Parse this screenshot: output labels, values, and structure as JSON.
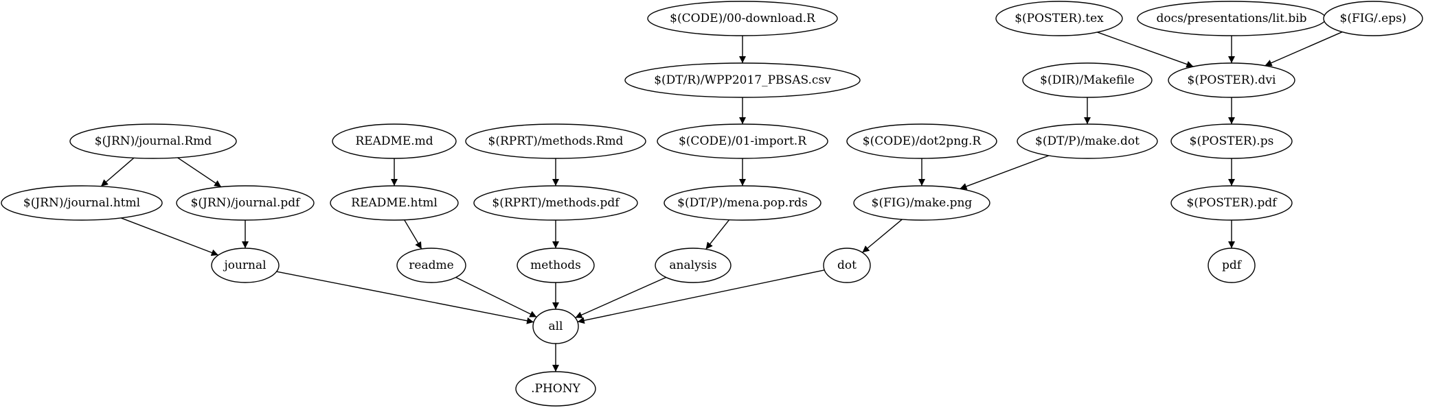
{
  "diagram": {
    "type": "directed-graph",
    "style": {
      "line_color": "#000000",
      "node_fill": "#ffffff",
      "text_color": "#000000",
      "background": "#ffffff"
    },
    "nodes": [
      {
        "id": "n0",
        "label": "$(CODE)/00-download.R"
      },
      {
        "id": "n1",
        "label": "$(POSTER).tex"
      },
      {
        "id": "n2",
        "label": "docs/presentations/lit.bib"
      },
      {
        "id": "n3",
        "label": "$(FIG/.eps)"
      },
      {
        "id": "n4",
        "label": "$(DT/R)/WPP2017_PBSAS.csv"
      },
      {
        "id": "n5",
        "label": "$(DIR)/Makefile"
      },
      {
        "id": "n6",
        "label": "$(POSTER).dvi"
      },
      {
        "id": "n7",
        "label": "$(JRN)/journal.Rmd"
      },
      {
        "id": "n8",
        "label": "README.md"
      },
      {
        "id": "n9",
        "label": "$(RPRT)/methods.Rmd"
      },
      {
        "id": "n10",
        "label": "$(CODE)/01-import.R"
      },
      {
        "id": "n11",
        "label": "$(CODE)/dot2png.R"
      },
      {
        "id": "n12",
        "label": "$(DT/P)/make.dot"
      },
      {
        "id": "n13",
        "label": "$(POSTER).ps"
      },
      {
        "id": "n14",
        "label": "$(JRN)/journal.html"
      },
      {
        "id": "n15",
        "label": "$(JRN)/journal.pdf"
      },
      {
        "id": "n16",
        "label": "README.html"
      },
      {
        "id": "n17",
        "label": "$(RPRT)/methods.pdf"
      },
      {
        "id": "n18",
        "label": "$(DT/P)/mena.pop.rds"
      },
      {
        "id": "n19",
        "label": "$(FIG)/make.png"
      },
      {
        "id": "n20",
        "label": "$(POSTER).pdf"
      },
      {
        "id": "n21",
        "label": "journal"
      },
      {
        "id": "n22",
        "label": "readme"
      },
      {
        "id": "n23",
        "label": "methods"
      },
      {
        "id": "n24",
        "label": "analysis"
      },
      {
        "id": "n25",
        "label": "dot"
      },
      {
        "id": "n26",
        "label": "pdf"
      },
      {
        "id": "n27",
        "label": "all"
      },
      {
        "id": "n28",
        "label": ".PHONY"
      }
    ],
    "edges": [
      {
        "from": "n0",
        "to": "n4"
      },
      {
        "from": "n4",
        "to": "n10"
      },
      {
        "from": "n10",
        "to": "n18"
      },
      {
        "from": "n18",
        "to": "n24"
      },
      {
        "from": "n1",
        "to": "n6"
      },
      {
        "from": "n2",
        "to": "n6"
      },
      {
        "from": "n3",
        "to": "n6"
      },
      {
        "from": "n6",
        "to": "n13"
      },
      {
        "from": "n13",
        "to": "n20"
      },
      {
        "from": "n20",
        "to": "n26"
      },
      {
        "from": "n5",
        "to": "n12"
      },
      {
        "from": "n12",
        "to": "n19"
      },
      {
        "from": "n11",
        "to": "n19"
      },
      {
        "from": "n19",
        "to": "n25"
      },
      {
        "from": "n7",
        "to": "n14"
      },
      {
        "from": "n7",
        "to": "n15"
      },
      {
        "from": "n14",
        "to": "n21"
      },
      {
        "from": "n15",
        "to": "n21"
      },
      {
        "from": "n8",
        "to": "n16"
      },
      {
        "from": "n16",
        "to": "n22"
      },
      {
        "from": "n9",
        "to": "n17"
      },
      {
        "from": "n17",
        "to": "n23"
      },
      {
        "from": "n21",
        "to": "n27"
      },
      {
        "from": "n22",
        "to": "n27"
      },
      {
        "from": "n23",
        "to": "n27"
      },
      {
        "from": "n24",
        "to": "n27"
      },
      {
        "from": "n25",
        "to": "n27"
      },
      {
        "from": "n27",
        "to": "n28"
      }
    ]
  }
}
